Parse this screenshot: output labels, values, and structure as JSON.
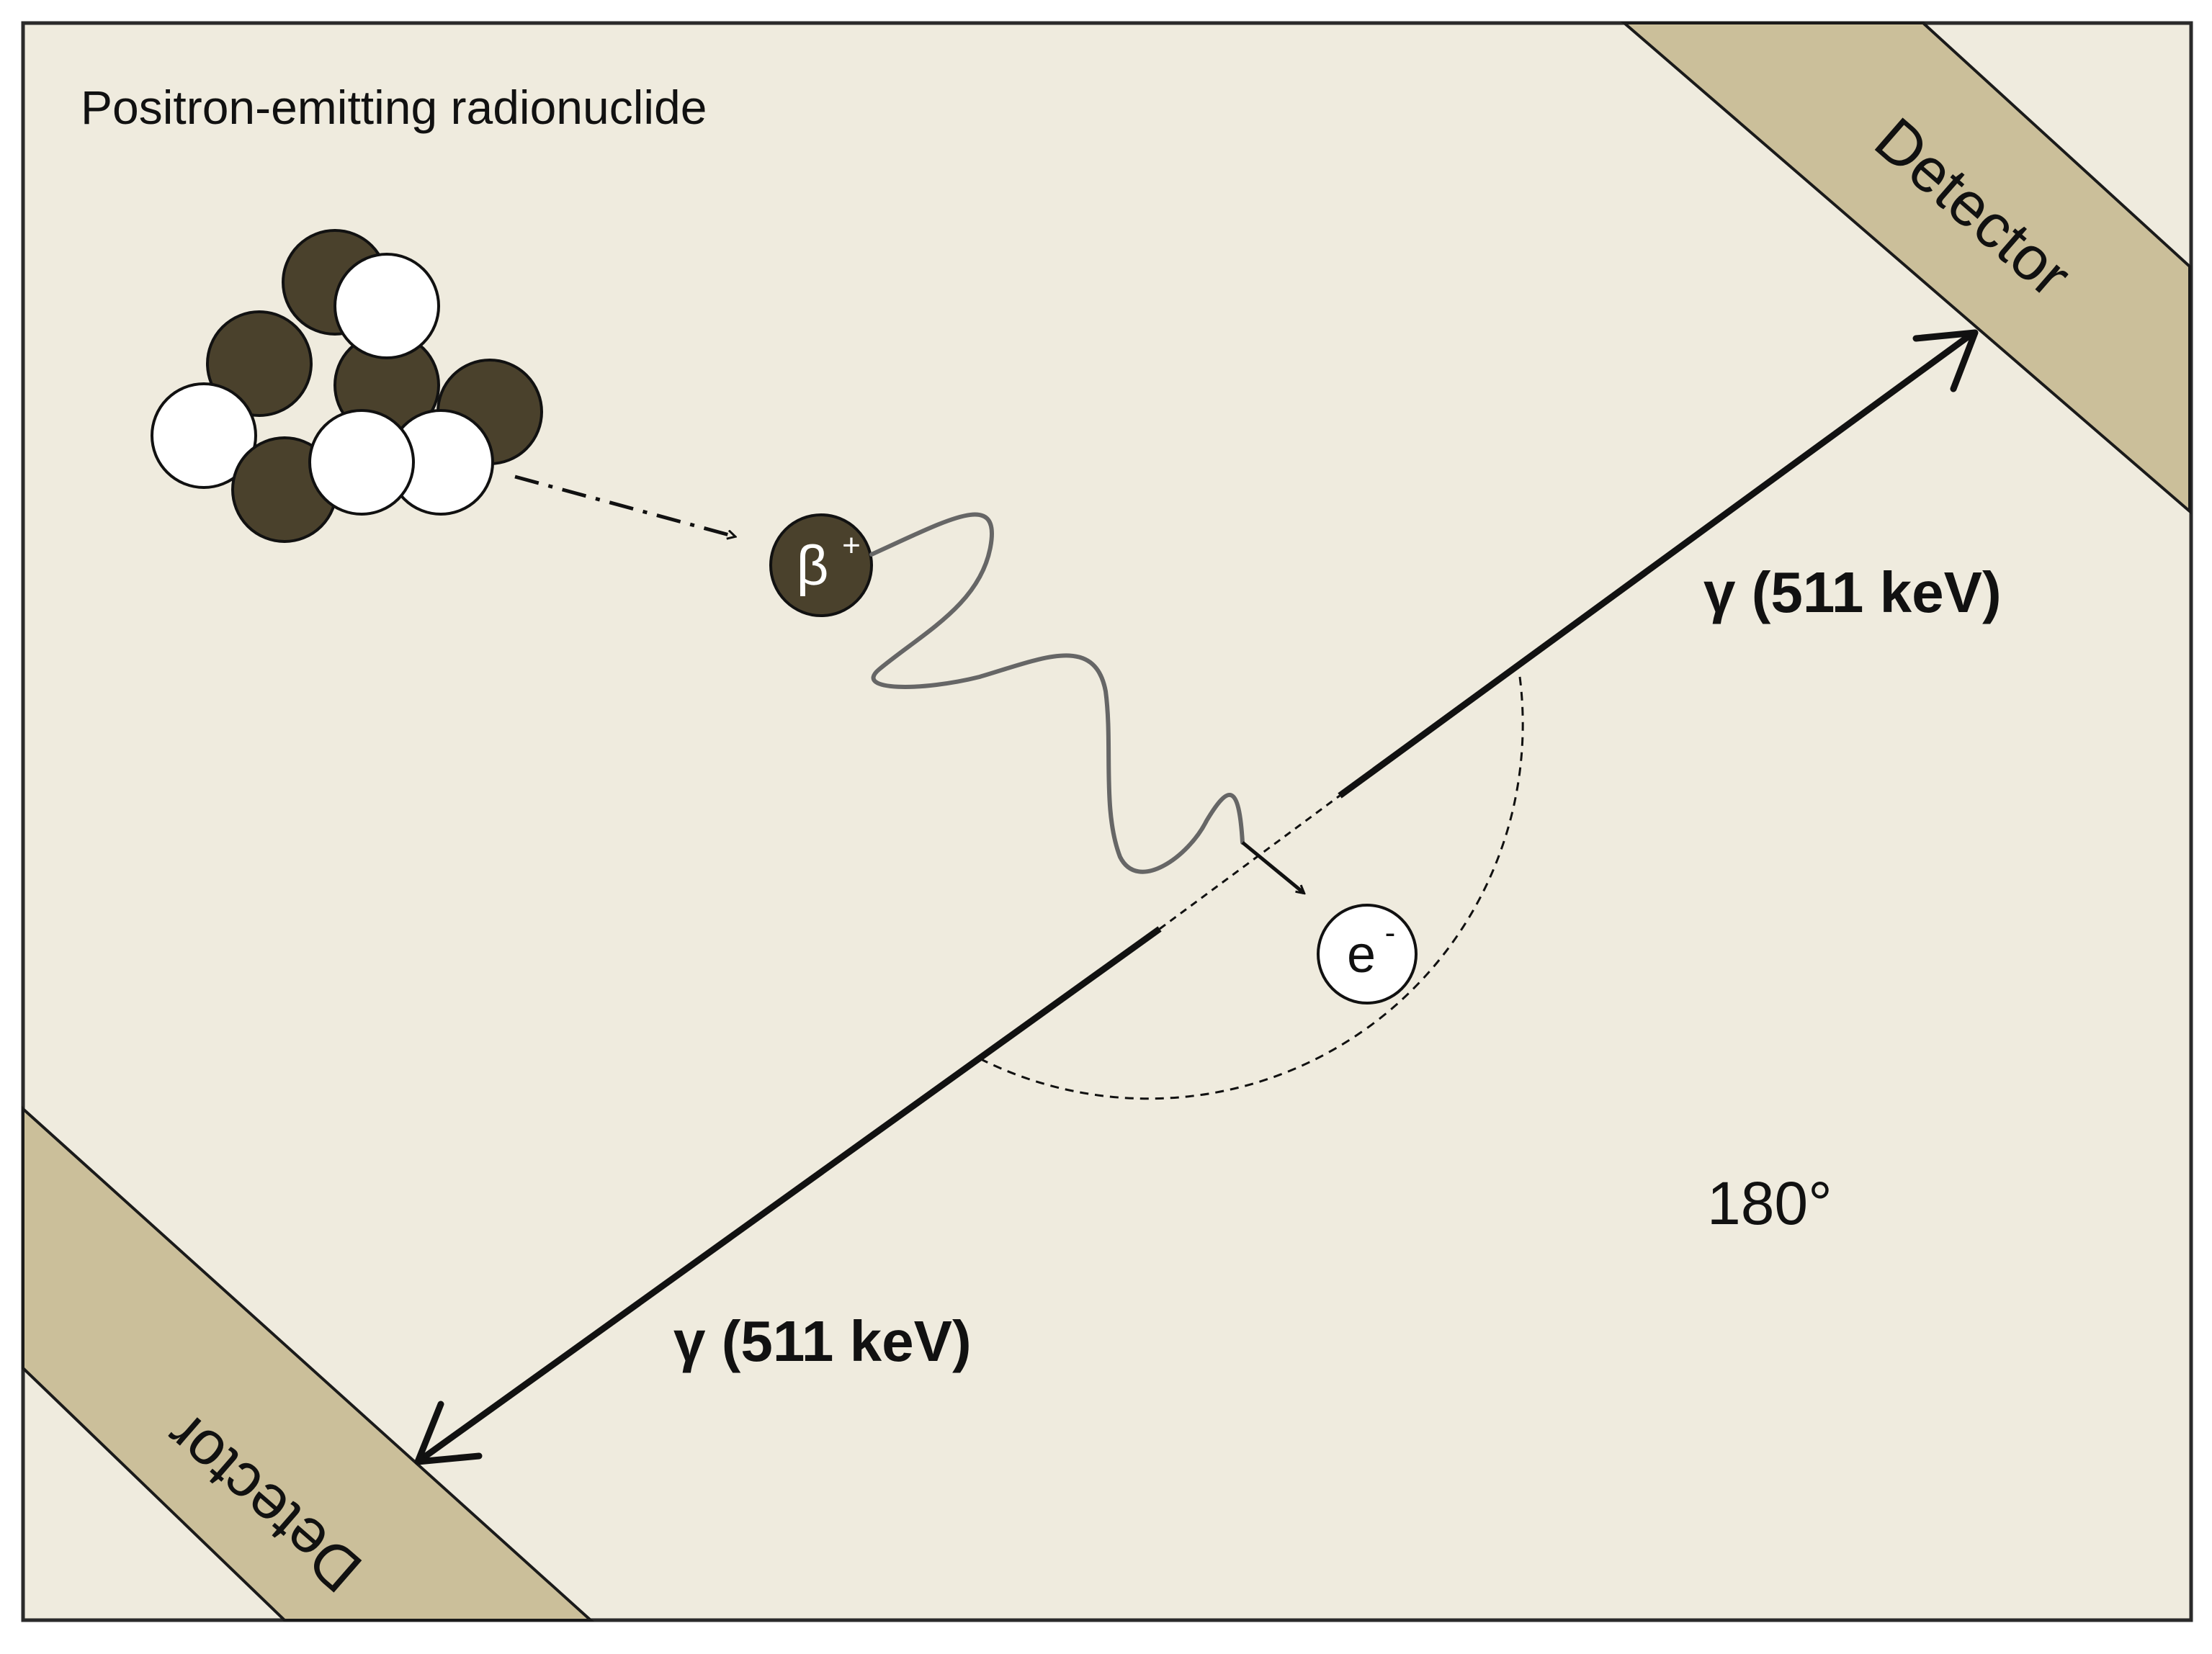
{
  "title": "Positron-emitting radionuclide",
  "detector_top_label": "Detector",
  "detector_bottom_label": "Detector",
  "positron": {
    "symbol": "β",
    "charge": "+"
  },
  "electron": {
    "symbol": "e",
    "charge": "-"
  },
  "gamma_upper_label": "γ (511 keV)",
  "gamma_lower_label": "γ (511 keV)",
  "angle_label": "180°",
  "colors": {
    "background": "#efebde",
    "frame": "#2a2a2a",
    "detector_fill": "#cbbf9a",
    "nucleon_dark": "#4a412c",
    "nucleon_light": "#ffffff",
    "wave": "#666666"
  }
}
